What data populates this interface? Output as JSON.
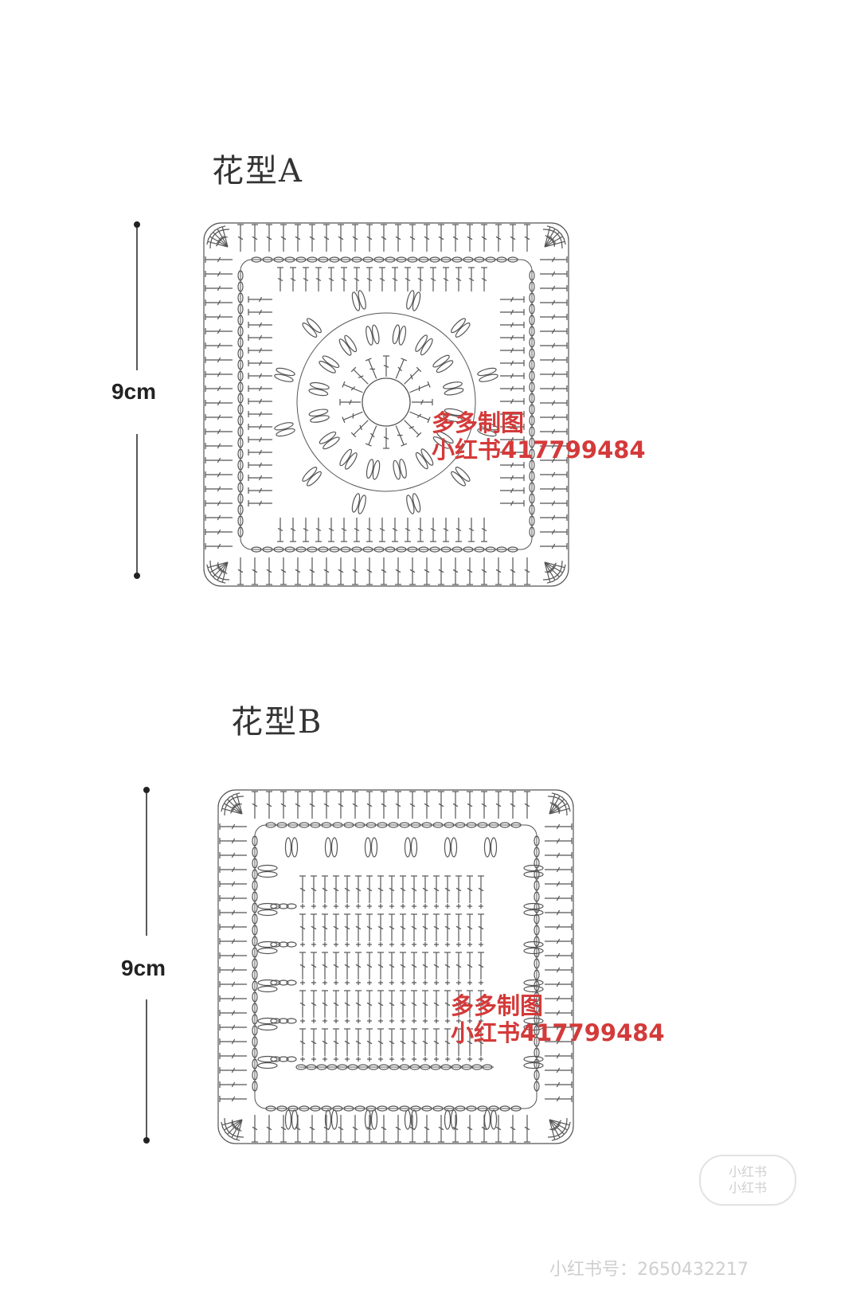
{
  "pattern_a": {
    "title": "花型A",
    "dimension": "9cm",
    "watermark_line1": "多多制图",
    "watermark_line2": "小红书417799484"
  },
  "pattern_b": {
    "title": "花型B",
    "dimension": "9cm",
    "watermark_line1": "多多制图",
    "watermark_line2": "小红书417799484"
  },
  "footer": {
    "text": "小红书号：2650432217",
    "badge_line1": "小红书",
    "badge_line2": "小红书"
  },
  "colors": {
    "chart_stroke": "#555555",
    "watermark": "#d43a3a",
    "title": "#333333"
  }
}
